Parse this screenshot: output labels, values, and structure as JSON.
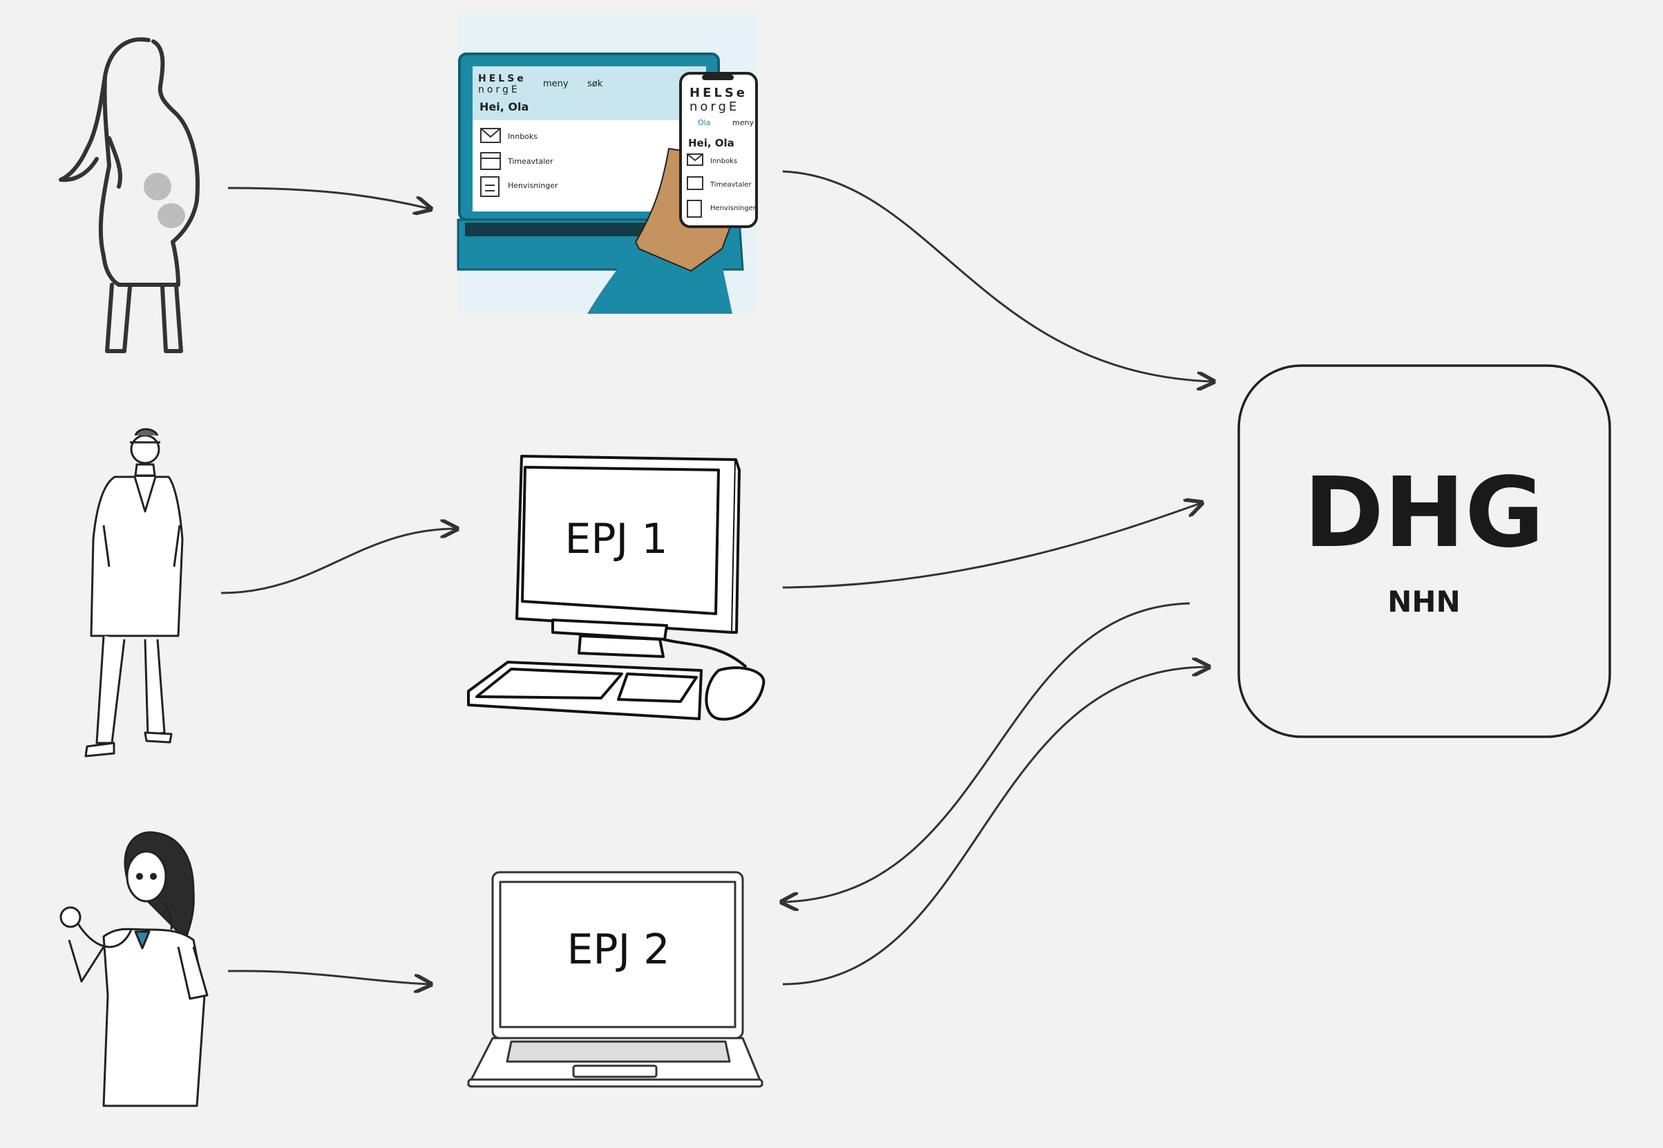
{
  "diagram": {
    "hub": {
      "title": "DHG",
      "subtitle": "NHN"
    },
    "portal": {
      "brand_top": "HELSe",
      "brand_bottom": "norgE",
      "menu_label": "meny",
      "search_label": "søk",
      "user_label": "Ola",
      "greeting": "Hei, Ola",
      "items": [
        "Innboks",
        "Timeavtaler",
        "Henvisninger"
      ]
    },
    "epj1": {
      "label": "EPJ 1"
    },
    "epj2": {
      "label": "EPJ 2"
    }
  },
  "colors": {
    "teal": "#1b8aa6",
    "teal_light": "#c9e6ef",
    "skin": "#c4935f",
    "line": "#333333"
  }
}
